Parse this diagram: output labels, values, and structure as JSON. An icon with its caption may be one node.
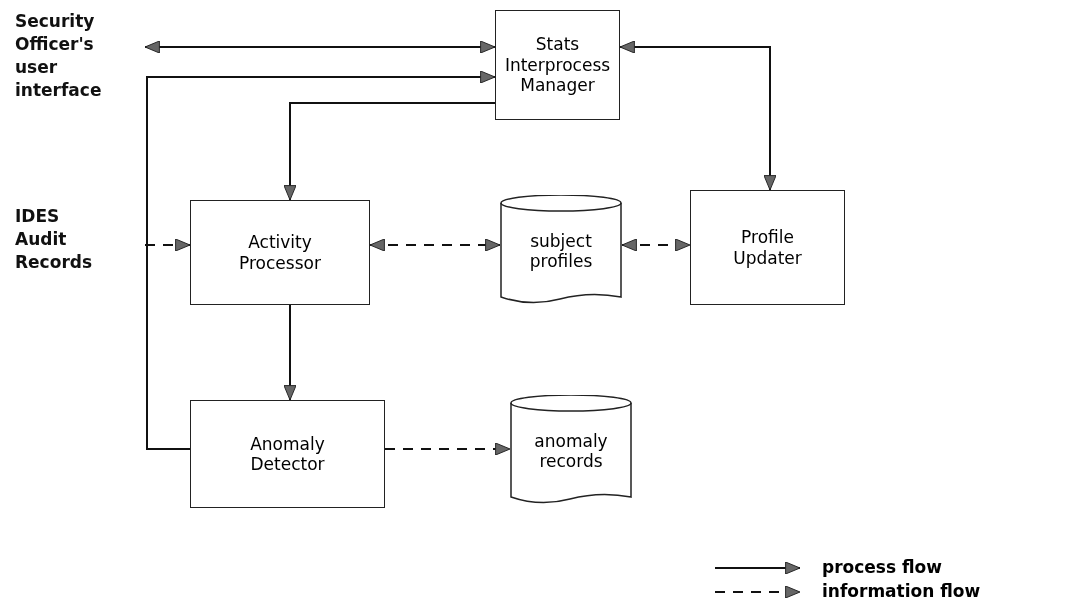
{
  "diagram": {
    "nodes": [
      {
        "text": [
          "Security Officer's user interface"
        ]
      },
      {
        "text": [
          "Stats Interprocess Manager"
        ]
      },
      {
        "text": [
          "IDES Audit Records"
        ]
      },
      {
        "text": [
          "Activity Processor"
        ]
      },
      {
        "text": [
          "subject profiles"
        ]
      },
      {
        "text": [
          "Profile Updater"
        ]
      },
      {
        "text": [
          "Anomaly Detector"
        ]
      },
      {
        "text": [
          "anomaly records"
        ]
      }
    ],
    "edges": [
      {
        "from": 1,
        "to": 0,
        "arrow": "both"
      },
      {
        "from": 6,
        "to": 1,
        "arrow": "to"
      },
      {
        "from": 1,
        "to": 3,
        "arrow": "to"
      },
      {
        "from": 1,
        "to": 5,
        "arrow": "both"
      },
      {
        "from": 2,
        "to": 3,
        "arrow": "to",
        "style": "dashed"
      },
      {
        "from": 3,
        "to": 4,
        "arrow": "both",
        "style": "dashed"
      },
      {
        "from": 4,
        "to": 5,
        "arrow": "both",
        "style": "dashed"
      },
      {
        "from": 3,
        "to": 6,
        "arrow": "to"
      },
      {
        "from": 6,
        "to": 7,
        "arrow": "to",
        "style": "dashed"
      }
    ],
    "legend": [
      {
        "text": "process flow"
      },
      {
        "text": "information flow"
      }
    ]
  }
}
